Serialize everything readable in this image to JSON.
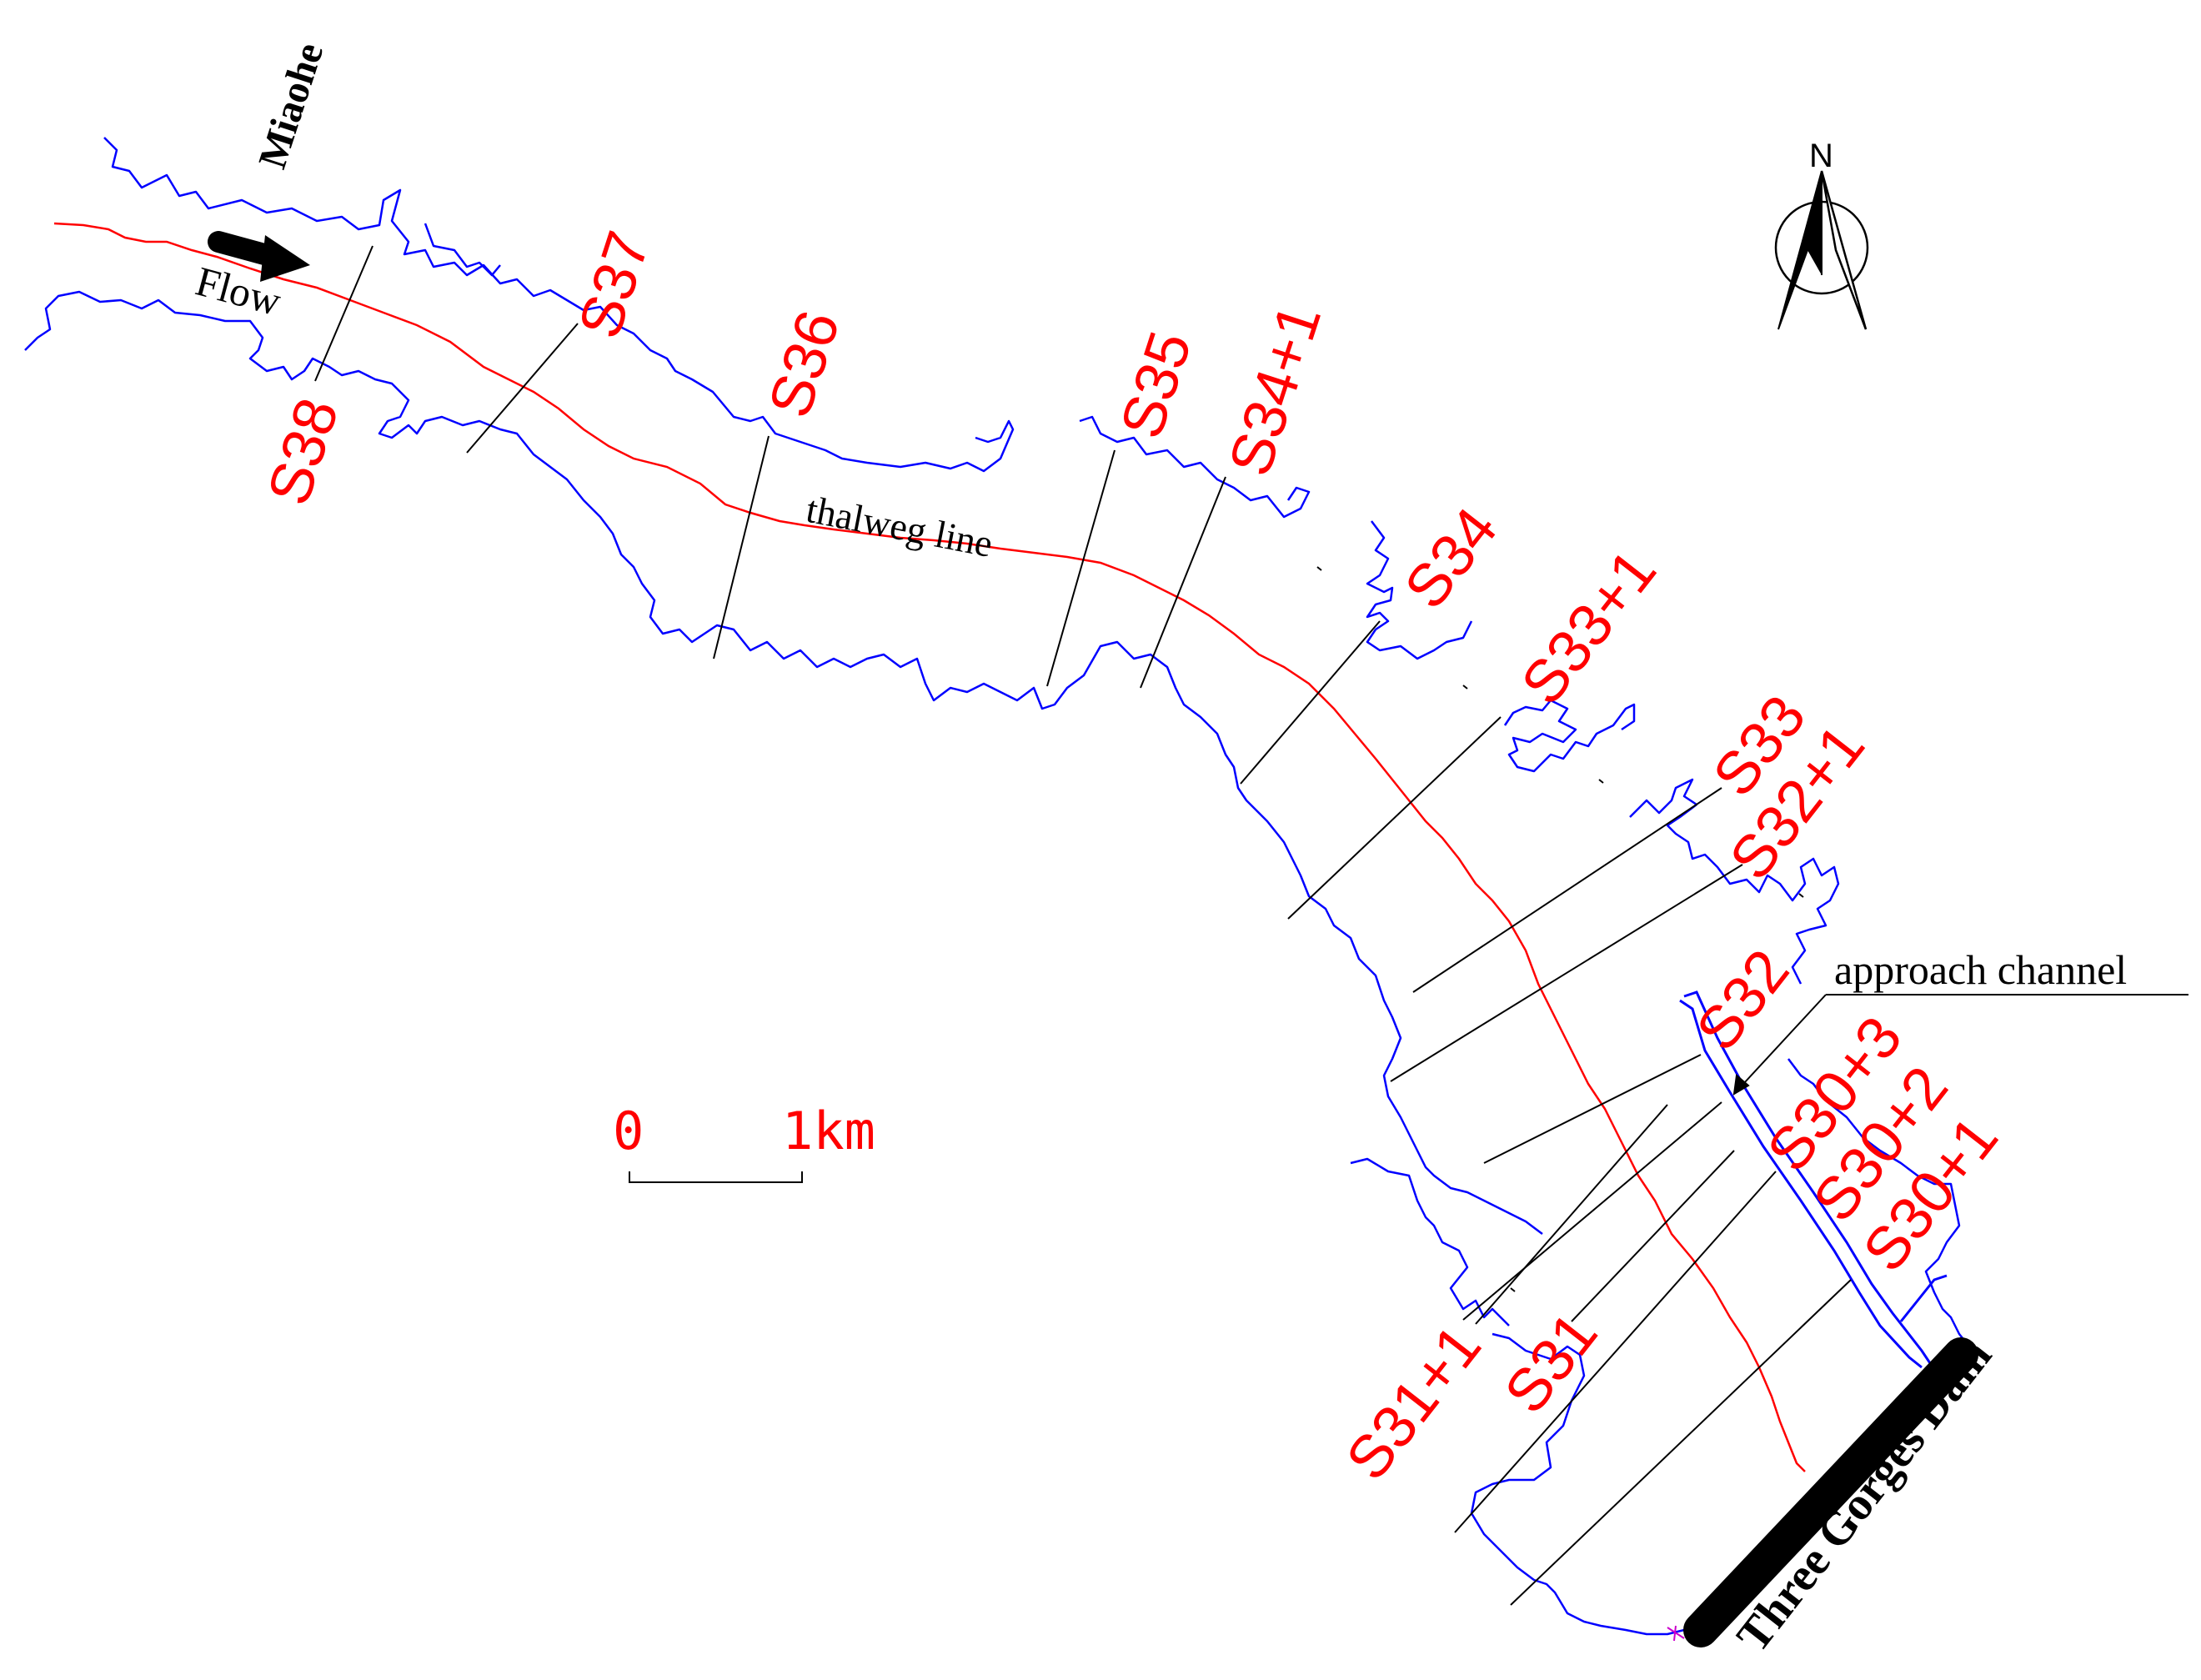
{
  "map": {
    "labels": {
      "tributary": "Miaohe",
      "flow": "Flow",
      "thalweg": "thalweg line",
      "approach_channel": "approach channel",
      "dam": "Three Gorges Dam",
      "north": "N"
    },
    "scale_bar": {
      "start_label": "0",
      "end_label": "1km"
    },
    "cross_sections": [
      "S38",
      "S37",
      "S36",
      "S35",
      "S34+1",
      "S34",
      "S33+1",
      "S33",
      "S32+1",
      "S32",
      "S30+3",
      "S30+2",
      "S30+1",
      "S31+1",
      "S31"
    ],
    "colors": {
      "bank_lines": "#0000ff",
      "thalweg_line": "#ff0000",
      "section_labels": "#ff0000",
      "section_lines": "#000000",
      "dam": "#000000",
      "background": "#ffffff"
    },
    "icons": {
      "north_arrow": "compass-north-icon",
      "flow_arrow": "flow-arrow-icon"
    }
  }
}
